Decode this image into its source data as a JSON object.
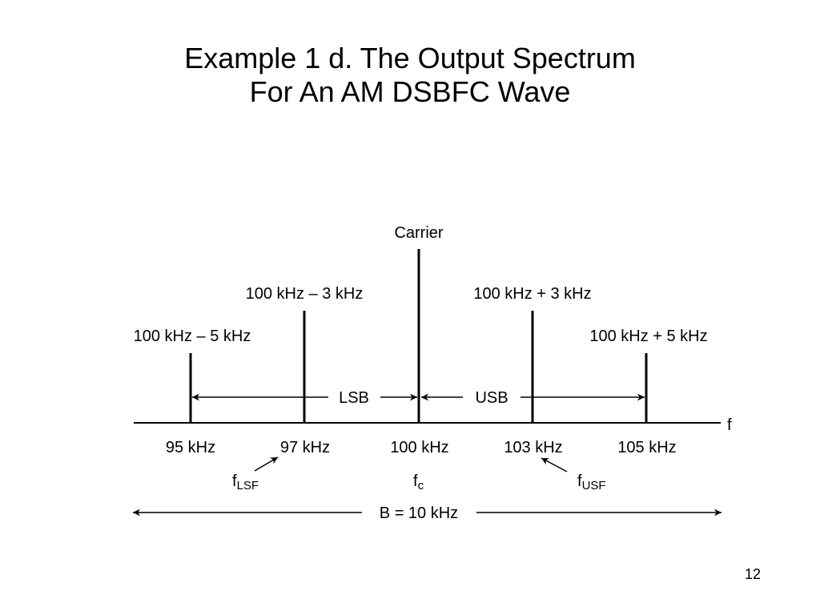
{
  "slide": {
    "title_line1": "Example 1 d.  The Output Spectrum",
    "title_line2": "For An AM DSBFC Wave",
    "page_number": "12"
  },
  "diagram": {
    "axis_label": "f",
    "carrier_label": "Carrier",
    "components": [
      {
        "top_label": "100 kHz – 5 kHz",
        "freq_label": "95 kHz"
      },
      {
        "top_label": "100 kHz – 3 kHz",
        "freq_label": "97 kHz"
      },
      {
        "top_label": "",
        "freq_label": "100 kHz"
      },
      {
        "top_label": "100 kHz + 3 kHz",
        "freq_label": "103 kHz"
      },
      {
        "top_label": "100 kHz + 5 kHz",
        "freq_label": "105 kHz"
      }
    ],
    "sidebands": {
      "lower": "LSB",
      "upper": "USB"
    },
    "pointers": {
      "lower_side_frequency": {
        "base": "f",
        "sub": "LSF"
      },
      "carrier_frequency": {
        "base": "f",
        "sub": "c"
      },
      "upper_side_frequency": {
        "base": "f",
        "sub": "USF"
      }
    },
    "bandwidth_label": "B = 10 kHz"
  }
}
